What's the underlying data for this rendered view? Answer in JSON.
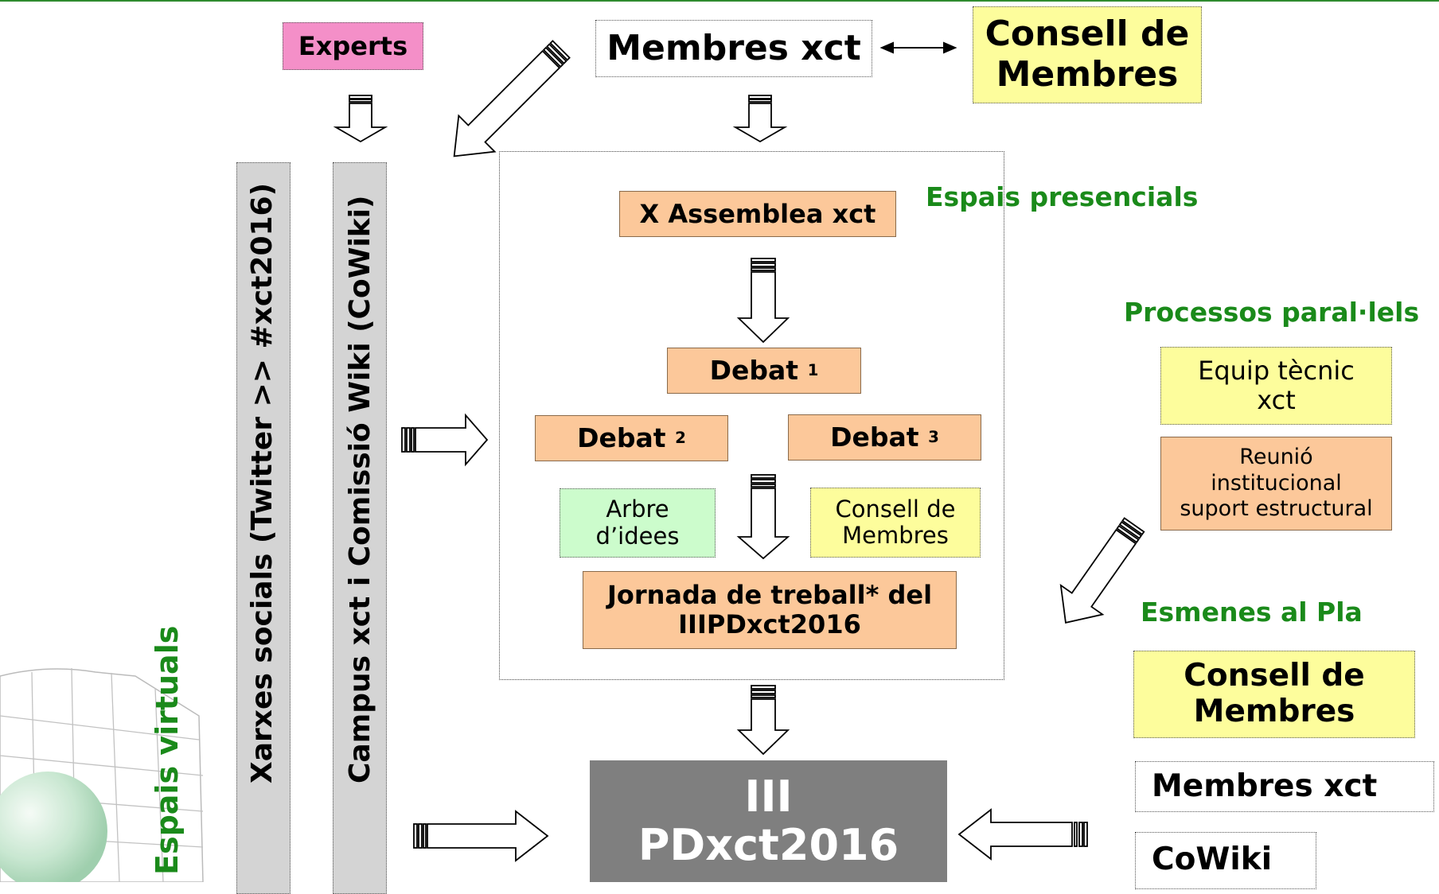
{
  "nodes": {
    "experts": "Experts",
    "membres_top": "Membres xct",
    "consell_top": "Consell de Membres",
    "assemblea": "X Assemblea xct",
    "debat1": "Debat",
    "debat1_sub": "1",
    "debat2": "Debat",
    "debat2_sub": "2",
    "debat3": "Debat",
    "debat3_sub": "3",
    "arbre": "Arbre d’idees",
    "consell_mid": "Consell de Membres",
    "jornada": "Jornada de treball* del IIIPDxct2016",
    "final": "III PDxct2016",
    "equip": "Equip tècnic xct",
    "reunio": "Reunió institucional suport estructural",
    "consell_right": "Consell de Membres",
    "membres_right": "Membres xct",
    "cowiki": "CoWiki"
  },
  "columns": {
    "xarxes": "Xarxes socials (Twitter >> #xct2016)",
    "campus": "Campus xct i Comissió Wiki (CoWiki)"
  },
  "labels": {
    "espais_presencials": "Espais presencials",
    "processos": "Processos paral·lels",
    "esmenes": "Esmenes al Pla",
    "espais_virtuals": "Espais virtuals"
  },
  "colors": {
    "title_green": "#1a8a1a",
    "pink": "#f48fc8",
    "yellow": "#fdfd9c",
    "orange": "#fcc89a",
    "light_green": "#ccfccc",
    "grey_column": "#d4d4d4",
    "final_box": "#7f7f7f"
  },
  "icons": [
    "block-arrow-down-icon",
    "block-arrow-right-icon",
    "block-arrow-left-icon",
    "block-arrow-diagonal-icon",
    "double-headed-arrow-icon",
    "grid-sphere-logo"
  ]
}
